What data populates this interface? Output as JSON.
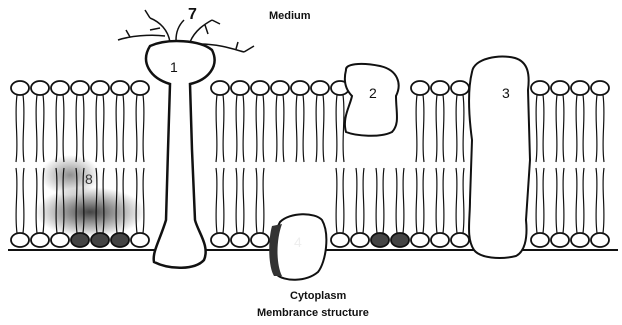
{
  "labels": {
    "medium": "Medium",
    "cytoplasm": "Cytoplasm",
    "caption": "Membrance structure"
  },
  "numbers": {
    "n1": "1",
    "n2": "2",
    "n3": "3",
    "n4": "4",
    "n7": "7",
    "n8": "8"
  },
  "colors": {
    "ink": "#111111",
    "paper": "#ffffff",
    "shade": "#555555"
  }
}
